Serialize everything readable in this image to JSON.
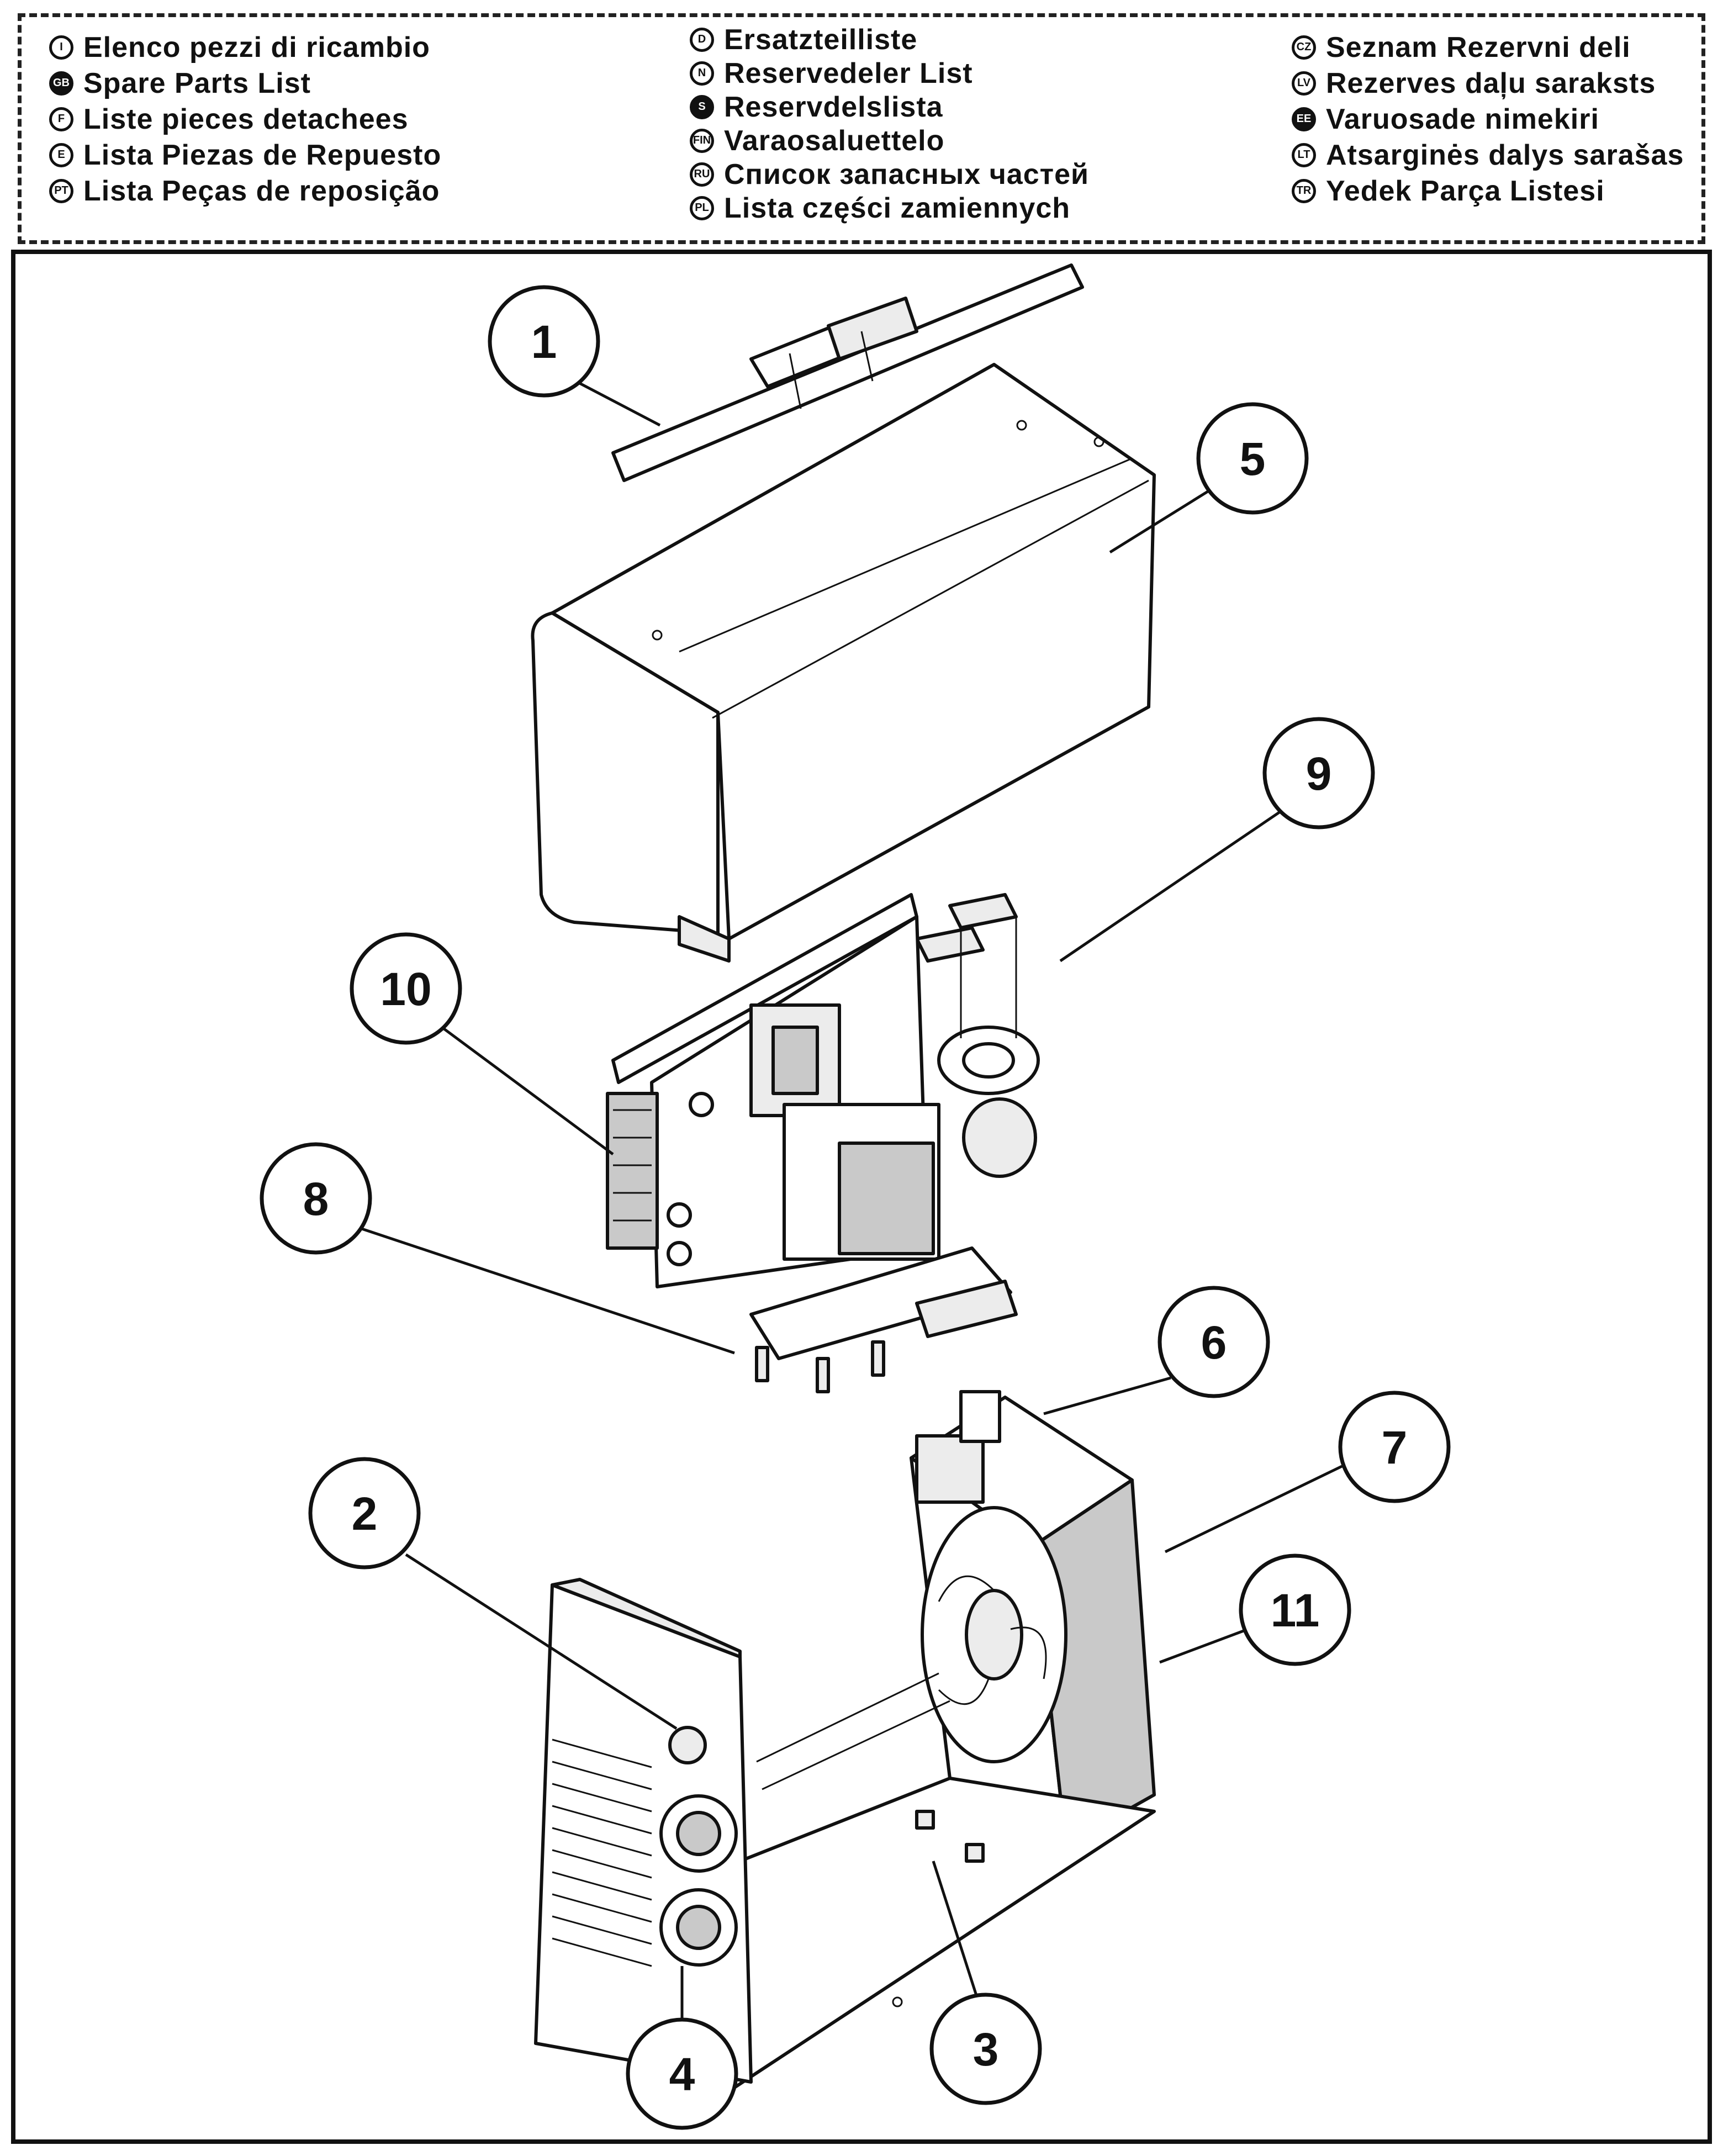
{
  "legend": {
    "columns": [
      [
        {
          "code": "I",
          "filled": false,
          "text": "Elenco pezzi di ricambio"
        },
        {
          "code": "GB",
          "filled": true,
          "text": "Spare Parts List"
        },
        {
          "code": "F",
          "filled": false,
          "text": "Liste pieces detachees"
        },
        {
          "code": "E",
          "filled": false,
          "text": "Lista Piezas de Repuesto"
        },
        {
          "code": "PT",
          "filled": false,
          "text": "Lista Peças de reposição"
        }
      ],
      [
        {
          "code": "D",
          "filled": false,
          "text": "Ersatzteilliste"
        },
        {
          "code": "N",
          "filled": false,
          "text": "Reservedeler List"
        },
        {
          "code": "S",
          "filled": true,
          "text": "Reservdelslista"
        },
        {
          "code": "FIN",
          "filled": false,
          "text": "Varaosaluettelo"
        },
        {
          "code": "RU",
          "filled": false,
          "text": "Список запасных частей"
        },
        {
          "code": "PL",
          "filled": false,
          "text": "Lista części zamiennych"
        }
      ],
      [
        {
          "code": "CZ",
          "filled": false,
          "text": "Seznam Rezervni deli"
        },
        {
          "code": "LV",
          "filled": false,
          "text": "Rezerves daļu saraksts"
        },
        {
          "code": "EE",
          "filled": true,
          "text": "Varuosade nimekiri"
        },
        {
          "code": "LT",
          "filled": false,
          "text": "Atsarginės dalys sarašas"
        },
        {
          "code": "TR",
          "filled": false,
          "text": "Yedek Parça Listesi"
        }
      ]
    ]
  },
  "callouts": [
    {
      "number": "1"
    },
    {
      "number": "2"
    },
    {
      "number": "3"
    },
    {
      "number": "4"
    },
    {
      "number": "5"
    },
    {
      "number": "6"
    },
    {
      "number": "7"
    },
    {
      "number": "8"
    },
    {
      "number": "9"
    },
    {
      "number": "10"
    },
    {
      "number": "11"
    }
  ]
}
